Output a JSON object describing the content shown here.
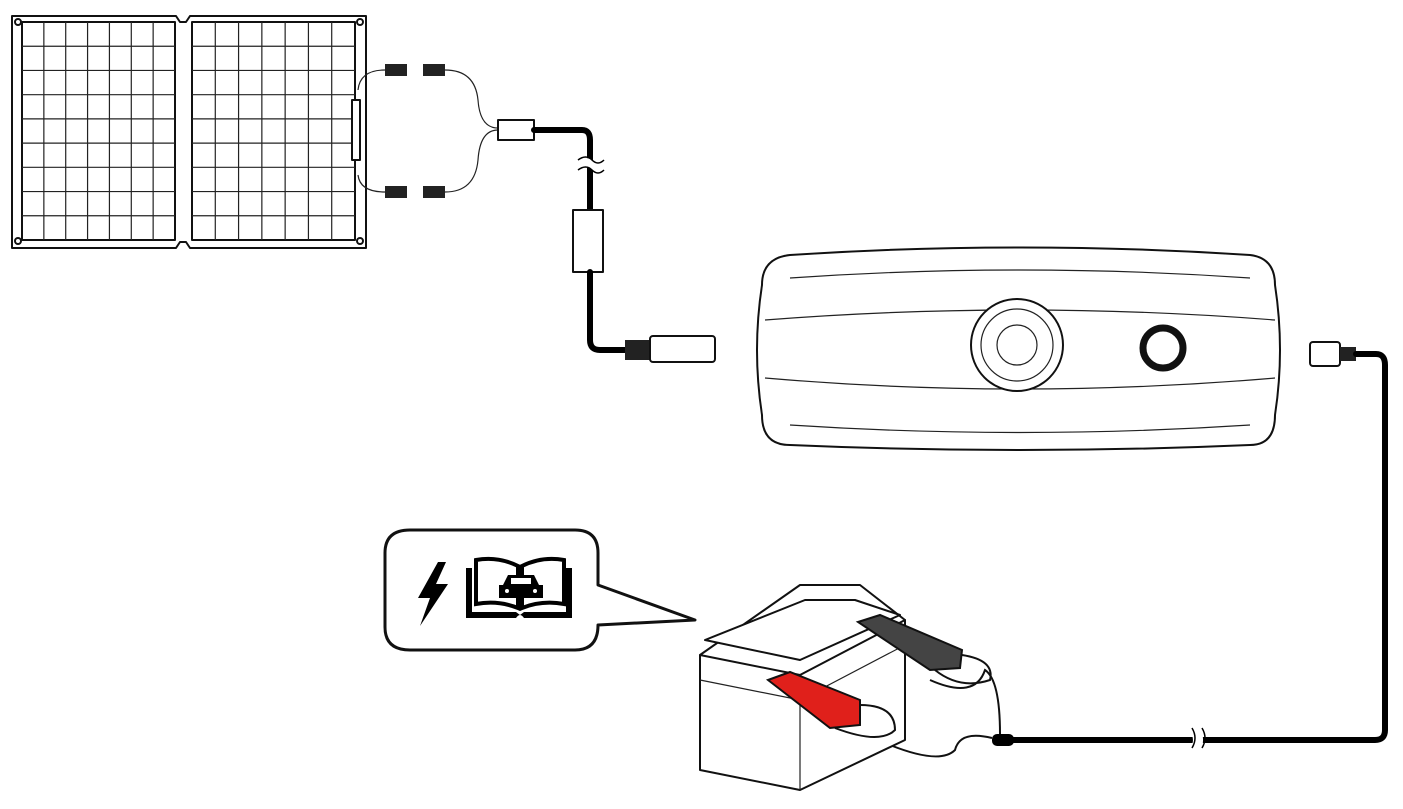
{
  "diagram": {
    "components": [
      "solar-panel",
      "y-splitter-cable",
      "inline-controller",
      "power-station",
      "output-cable",
      "battery",
      "battery-clamps",
      "manual-callout"
    ],
    "callout_icons": [
      "lightning-icon",
      "vehicle-manual-icon"
    ],
    "colors": {
      "line": "#111111",
      "positive_clamp": "#e0201b",
      "negative_clamp": "#333333",
      "background": "#ffffff"
    }
  }
}
